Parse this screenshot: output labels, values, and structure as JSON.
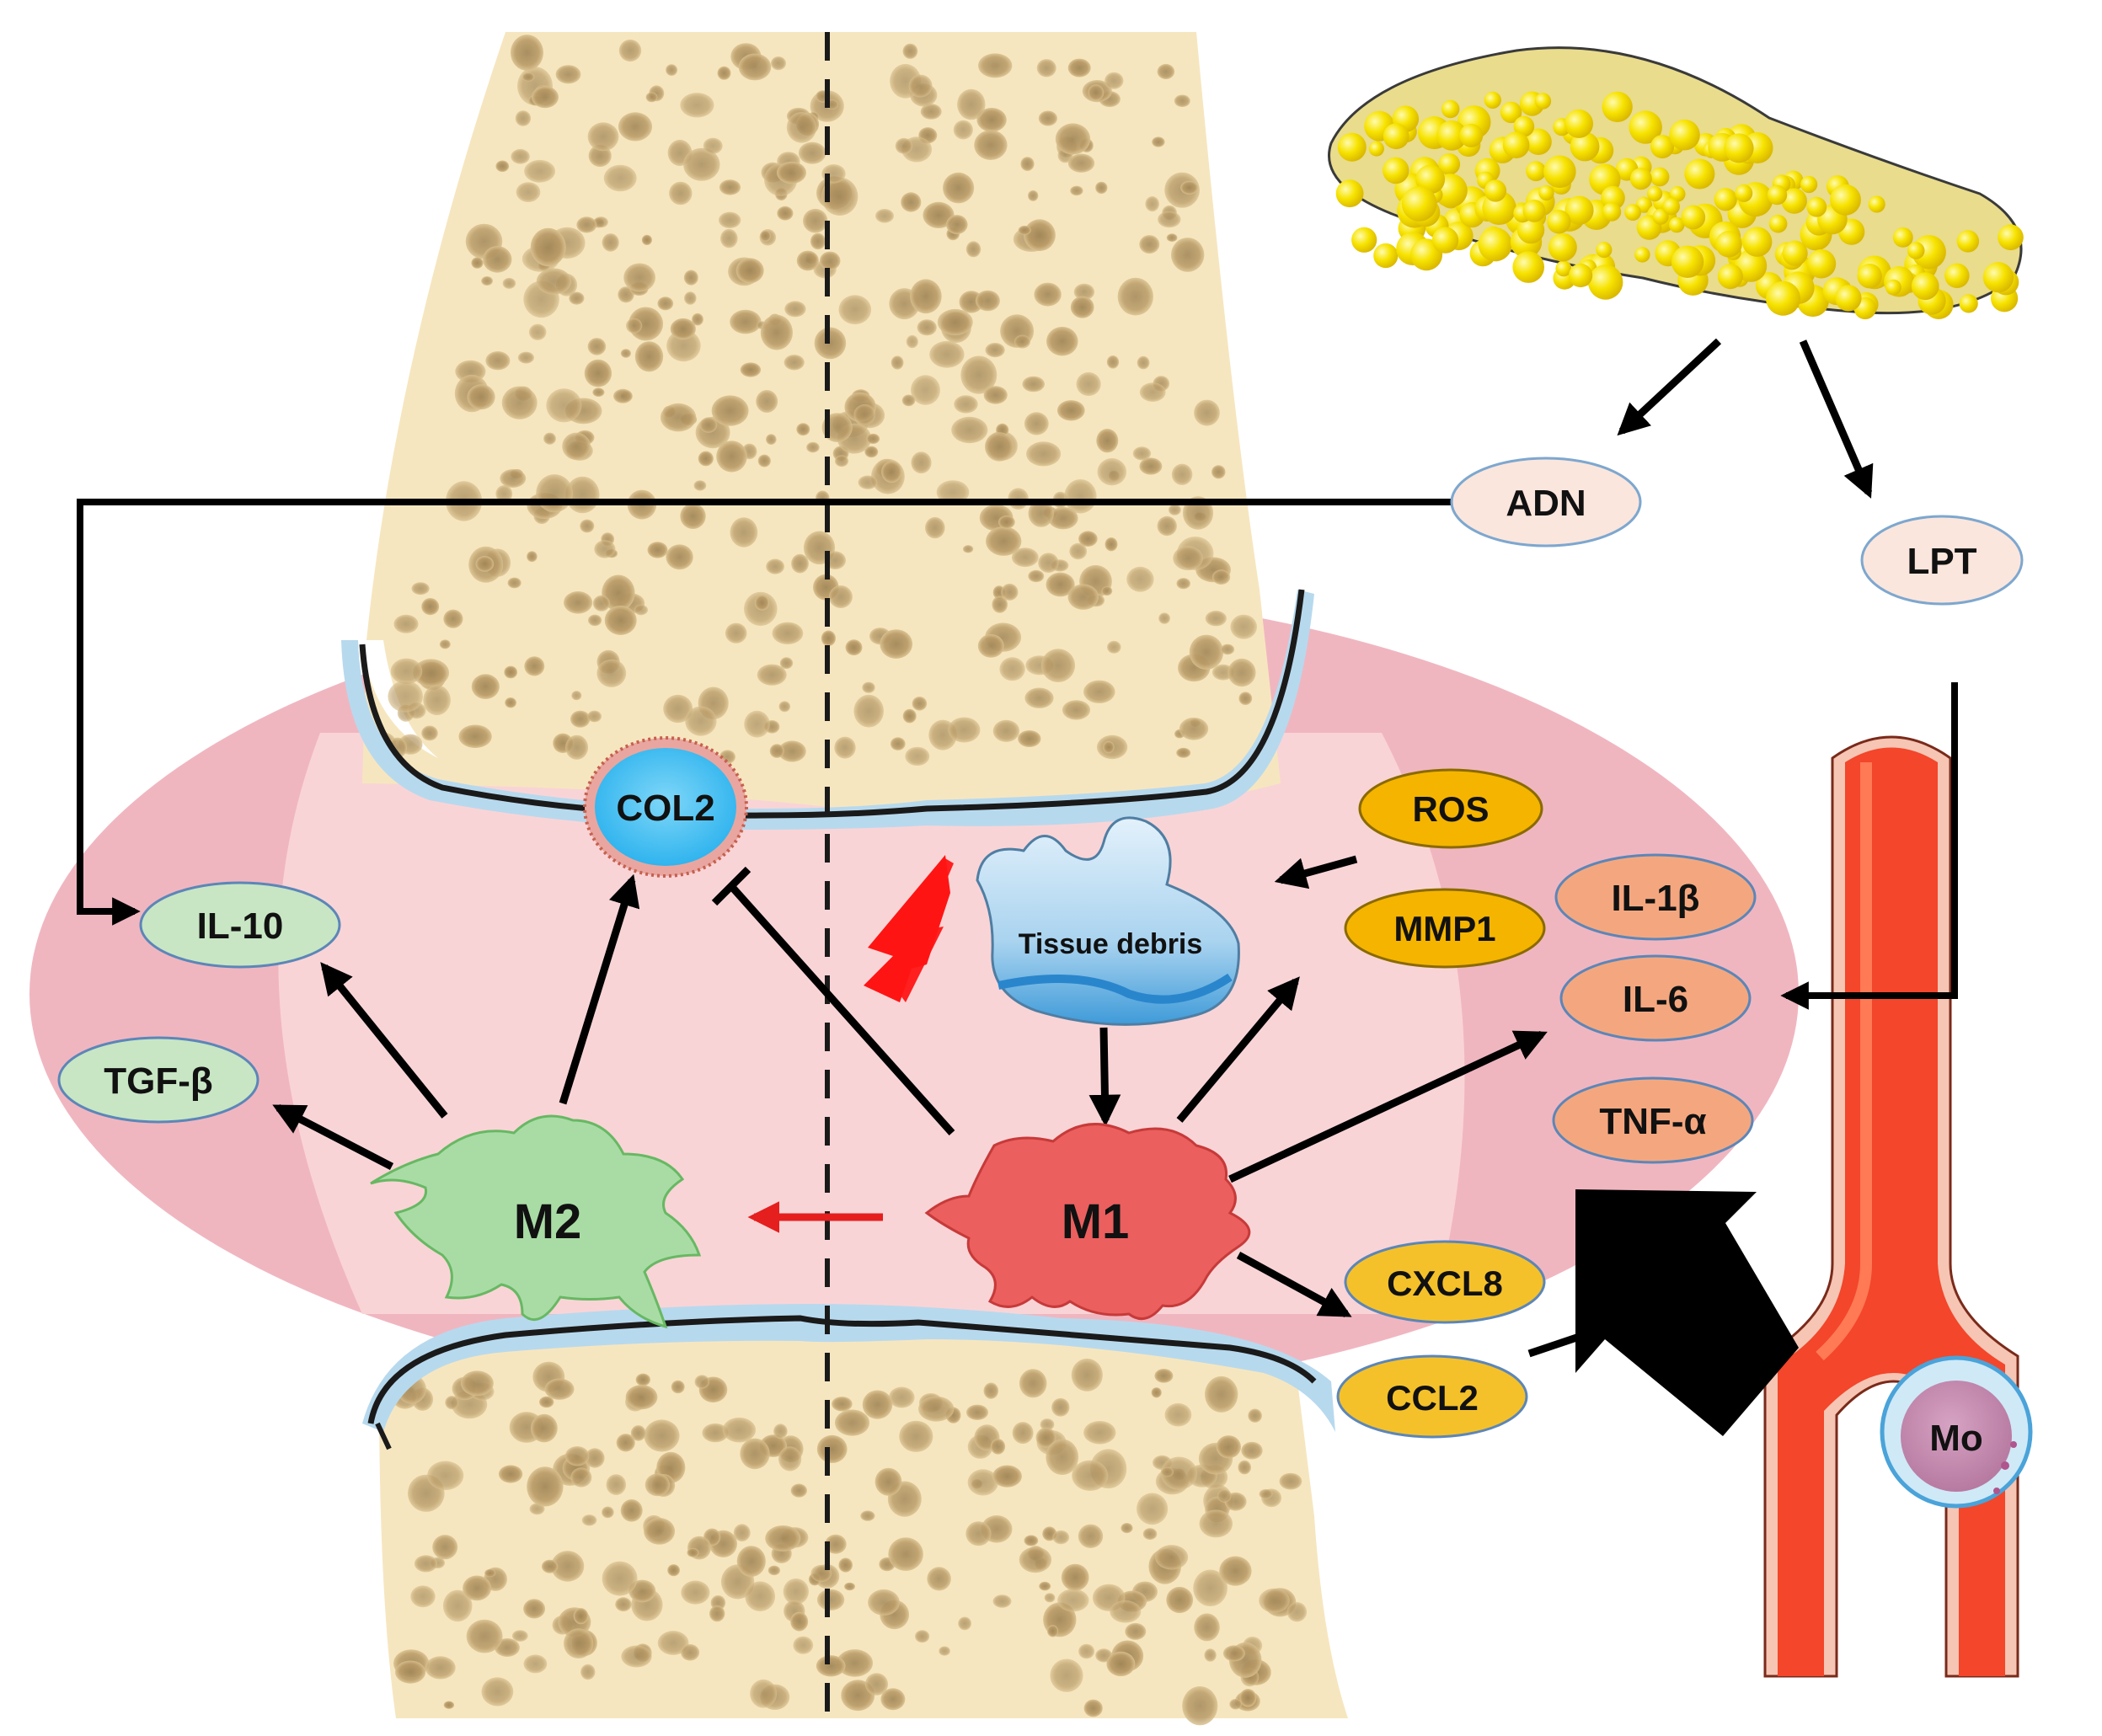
{
  "labels": {
    "adn": "ADN",
    "lpt": "LPT",
    "col2": "COL2",
    "il10": "IL-10",
    "tgfb": "TGF-β",
    "m2": "M2",
    "m1": "M1",
    "tissue_debris": "Tissue debris",
    "ros": "ROS",
    "mmp1": "MMP1",
    "il1b": "IL-1β",
    "il6": "IL-6",
    "tnfa": "TNF-α",
    "cxcl8": "CXCL8",
    "ccl2": "CCL2",
    "mo": "Mo"
  },
  "icons": {
    "adipose": "adipose-tissue-icon",
    "vessel": "blood-vessel-icon",
    "bone": "bone-icon",
    "lightning": "lightning-icon"
  },
  "colors": {
    "bone": "#f6e6bf",
    "synovium": "#f0b6c0",
    "cavity": "#f9d4d6",
    "cartilage": "#b7d9ee",
    "fat": "#f5e000",
    "anti_inflammatory": "#c8e6c4",
    "pro_inflammatory": "#f4a77f",
    "chemokine": "#f5c12a",
    "adipokine": "#fbe6dd",
    "m1": "#ec5f5f",
    "m2": "#a9dca5",
    "vessel": "#f3462a"
  }
}
